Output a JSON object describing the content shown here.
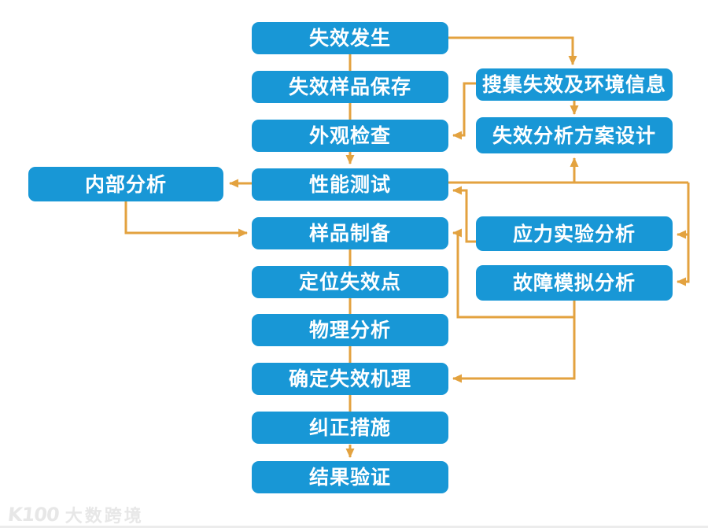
{
  "flowchart": {
    "colors": {
      "node_fill": "#1897d6",
      "node_text": "#ffffff",
      "arrow": "#e3a23f",
      "background": "#ffffff"
    },
    "main_column": [
      {
        "id": "failure_occurs",
        "label": "失效发生"
      },
      {
        "id": "failure_sample_preservation",
        "label": "失效样品保存"
      },
      {
        "id": "visual_inspection",
        "label": "外观检查"
      },
      {
        "id": "performance_test",
        "label": "性能测试"
      },
      {
        "id": "sample_preparation",
        "label": "样品制备"
      },
      {
        "id": "locate_failure_point",
        "label": "定位失效点"
      },
      {
        "id": "physical_analysis",
        "label": "物理分析"
      },
      {
        "id": "determine_failure_mechanism",
        "label": "确定失效机理"
      },
      {
        "id": "corrective_measures",
        "label": "纠正措施"
      },
      {
        "id": "result_verification",
        "label": "结果验证"
      }
    ],
    "left_column": [
      {
        "id": "internal_analysis",
        "label": "内部分析"
      }
    ],
    "right_column": [
      {
        "id": "collect_failure_env_info",
        "label": "搜集失效及环境信息"
      },
      {
        "id": "failure_analysis_plan_design",
        "label": "失效分析方案设计"
      },
      {
        "id": "stress_experiment_analysis",
        "label": "应力实验分析"
      },
      {
        "id": "fault_simulation_analysis",
        "label": "故障模拟分析"
      }
    ],
    "connections": [
      {
        "from": "failure_occurs",
        "to": "failure_sample_preservation",
        "arrowhead": false
      },
      {
        "from": "failure_sample_preservation",
        "to": "visual_inspection",
        "arrowhead": false
      },
      {
        "from": "visual_inspection",
        "to": "performance_test",
        "arrowhead": true
      },
      {
        "from": "sample_preparation",
        "to": "locate_failure_point",
        "arrowhead": false
      },
      {
        "from": "locate_failure_point",
        "to": "physical_analysis",
        "arrowhead": false
      },
      {
        "from": "physical_analysis",
        "to": "determine_failure_mechanism",
        "arrowhead": false
      },
      {
        "from": "determine_failure_mechanism",
        "to": "corrective_measures",
        "arrowhead": false
      },
      {
        "from": "corrective_measures",
        "to": "result_verification",
        "arrowhead": true
      },
      {
        "from": "failure_occurs",
        "to": "collect_failure_env_info",
        "arrowhead": true
      },
      {
        "from": "collect_failure_env_info",
        "to": "failure_analysis_plan_design",
        "arrowhead": true
      },
      {
        "from": "collect_failure_env_info",
        "to": "visual_inspection",
        "arrowhead": true
      },
      {
        "from": "performance_test",
        "to": "failure_analysis_plan_design",
        "arrowhead": true
      },
      {
        "from": "performance_test",
        "to": "stress_experiment_analysis",
        "arrowhead": true
      },
      {
        "from": "performance_test",
        "to": "fault_simulation_analysis",
        "arrowhead": true
      },
      {
        "from": "stress_experiment_analysis",
        "to": "performance_test",
        "arrowhead": true
      },
      {
        "from": "fault_simulation_analysis",
        "to": "sample_preparation",
        "arrowhead": true
      },
      {
        "from": "fault_simulation_analysis",
        "to": "determine_failure_mechanism",
        "arrowhead": true
      },
      {
        "from": "performance_test",
        "to": "internal_analysis",
        "arrowhead": true
      },
      {
        "from": "internal_analysis",
        "to": "sample_preparation",
        "arrowhead": true
      }
    ]
  },
  "watermark": {
    "logo": "K100",
    "text": "大数跨境"
  }
}
